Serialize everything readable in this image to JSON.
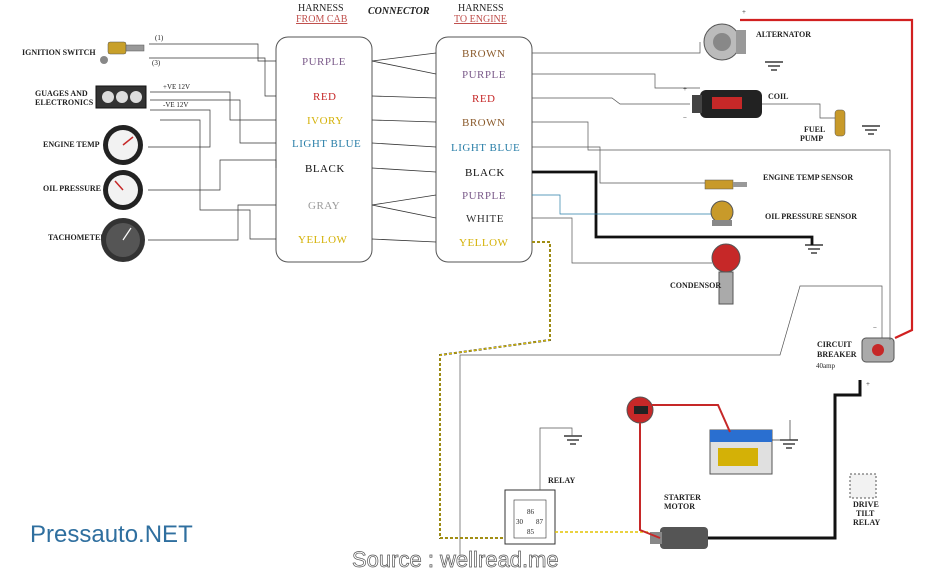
{
  "headers": {
    "harness_cab_line1": "HARNESS",
    "harness_cab_line2": "FROM CAB",
    "connector": "CONNECTOR",
    "harness_engine_line1": "HARNESS",
    "harness_engine_line2": "TO ENGINE"
  },
  "left_components": {
    "ignition_switch": "IGNITION SWITCH",
    "gauges_line1": "GUAGES AND",
    "gauges_line2": "ELECTRONICS",
    "engine_temp": "ENGINE TEMP",
    "oil_pressure": "OIL PRESSURE",
    "tachometer": "TACHOMETER",
    "terminal_1": "(1)",
    "terminal_3": "(3)",
    "pos_12v": "+VE 12V",
    "neg_12v": "-VE 12V"
  },
  "cab_wires": [
    {
      "label": "PURPLE",
      "color": "#7b5b8a"
    },
    {
      "label": "RED",
      "color": "#c62828"
    },
    {
      "label": "IVORY",
      "color": "#d4b106"
    },
    {
      "label": "LIGHT BLUE",
      "color": "#2a7fa8"
    },
    {
      "label": "BLACK",
      "color": "#111111"
    },
    {
      "label": "GRAY",
      "color": "#9a9a9a"
    },
    {
      "label": "YELLOW",
      "color": "#d4b106"
    }
  ],
  "engine_wires": [
    {
      "label": "BROWN",
      "color": "#8a5a2b"
    },
    {
      "label": "PURPLE",
      "color": "#7b5b8a"
    },
    {
      "label": "RED",
      "color": "#c62828"
    },
    {
      "label": "BROWN",
      "color": "#8a5a2b"
    },
    {
      "label": "LIGHT BLUE",
      "color": "#2a7fa8"
    },
    {
      "label": "BLACK",
      "color": "#111111"
    },
    {
      "label": "PURPLE",
      "color": "#7b5b8a"
    },
    {
      "label": "WHITE",
      "color": "#333333"
    },
    {
      "label": "YELLOW",
      "color": "#d4b106"
    }
  ],
  "right_components": {
    "alternator": "ALTERNATOR",
    "coil": "COIL",
    "fuel_pump_line1": "FUEL",
    "fuel_pump_line2": "PUMP",
    "engine_temp_sensor": "ENGINE TEMP SENSOR",
    "oil_pressure_sensor": "OIL PRESSURE SENSOR",
    "condensor": "CONDENSOR",
    "circuit_breaker_line1": "CIRCUIT",
    "circuit_breaker_line2": "BREAKER",
    "circuit_breaker_rating": "40amp",
    "relay": "RELAY",
    "starter_line1": "STARTER",
    "starter_line2": "MOTOR",
    "tilt_line1": "DRIVE",
    "tilt_line2": "TILT",
    "tilt_line3": "RELAY",
    "plus": "+",
    "minus": "−"
  },
  "relay_pins": {
    "p30": "30",
    "p86": "86",
    "p87": "87",
    "p85": "85"
  },
  "branding": {
    "site": "Pressauto.NET",
    "source": "Source : wellread.me"
  }
}
